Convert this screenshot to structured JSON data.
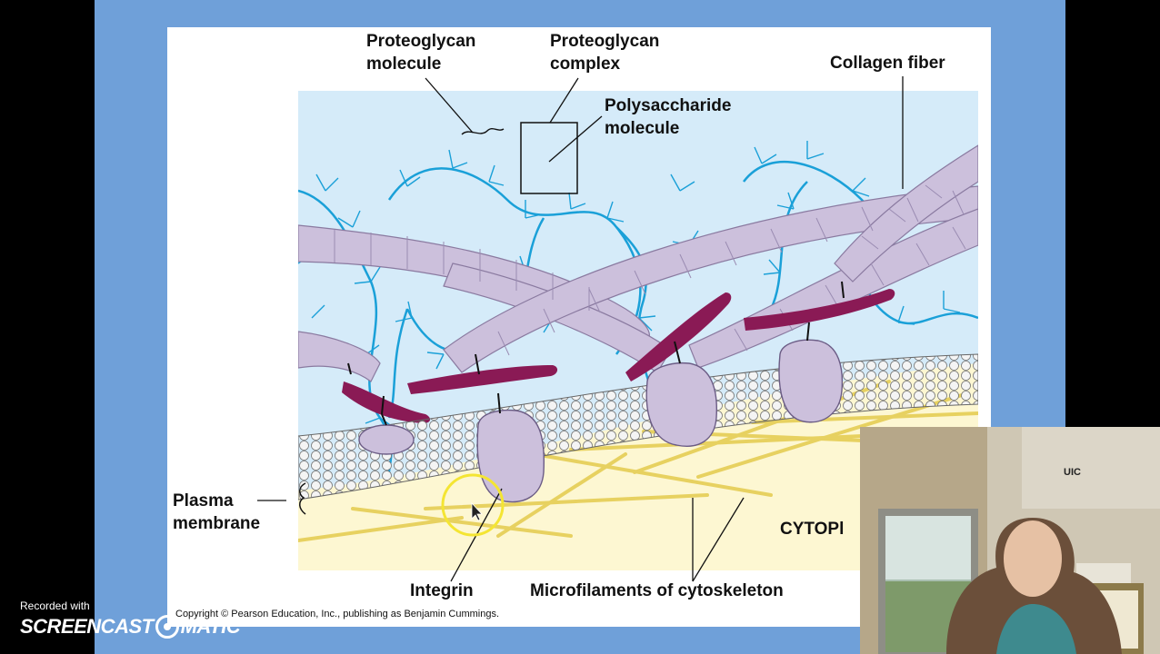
{
  "slide": {
    "labels": {
      "proteoglycan_molecule": "Proteoglycan\nmolecule",
      "proteoglycan_complex": "Proteoglycan\ncomplex",
      "polysaccharide_molecule": "Polysaccharide\nmolecule",
      "collagen_fiber": "Collagen fiber",
      "plasma_membrane": "Plasma\nmembrane",
      "cytoplasm": "CYTOPl",
      "integrin": "Integrin",
      "microfilaments": "Microfilaments of cytoskeleton"
    },
    "copyright": "Copyright © Pearson Education, Inc., publishing as Benjamin Cummings."
  },
  "watermark": {
    "recorded_with": "Recorded with",
    "brand_left": "SCREENCAST",
    "brand_right": "MATIC"
  },
  "webcam": {
    "sign_text": "UIC"
  },
  "colors": {
    "frame_blue": "#6fa0d9",
    "ecm_blue": "#d5ebf9",
    "cytoplasm_yellow": "#fdf7d2",
    "proteoglycan_blue": "#1aa0d8",
    "collagen_lavender": "#ccc0dc",
    "fibronectin_magenta": "#8a1a55",
    "microfilament_yellow": "#e7d160",
    "cursor_ring": "#f4e533"
  }
}
